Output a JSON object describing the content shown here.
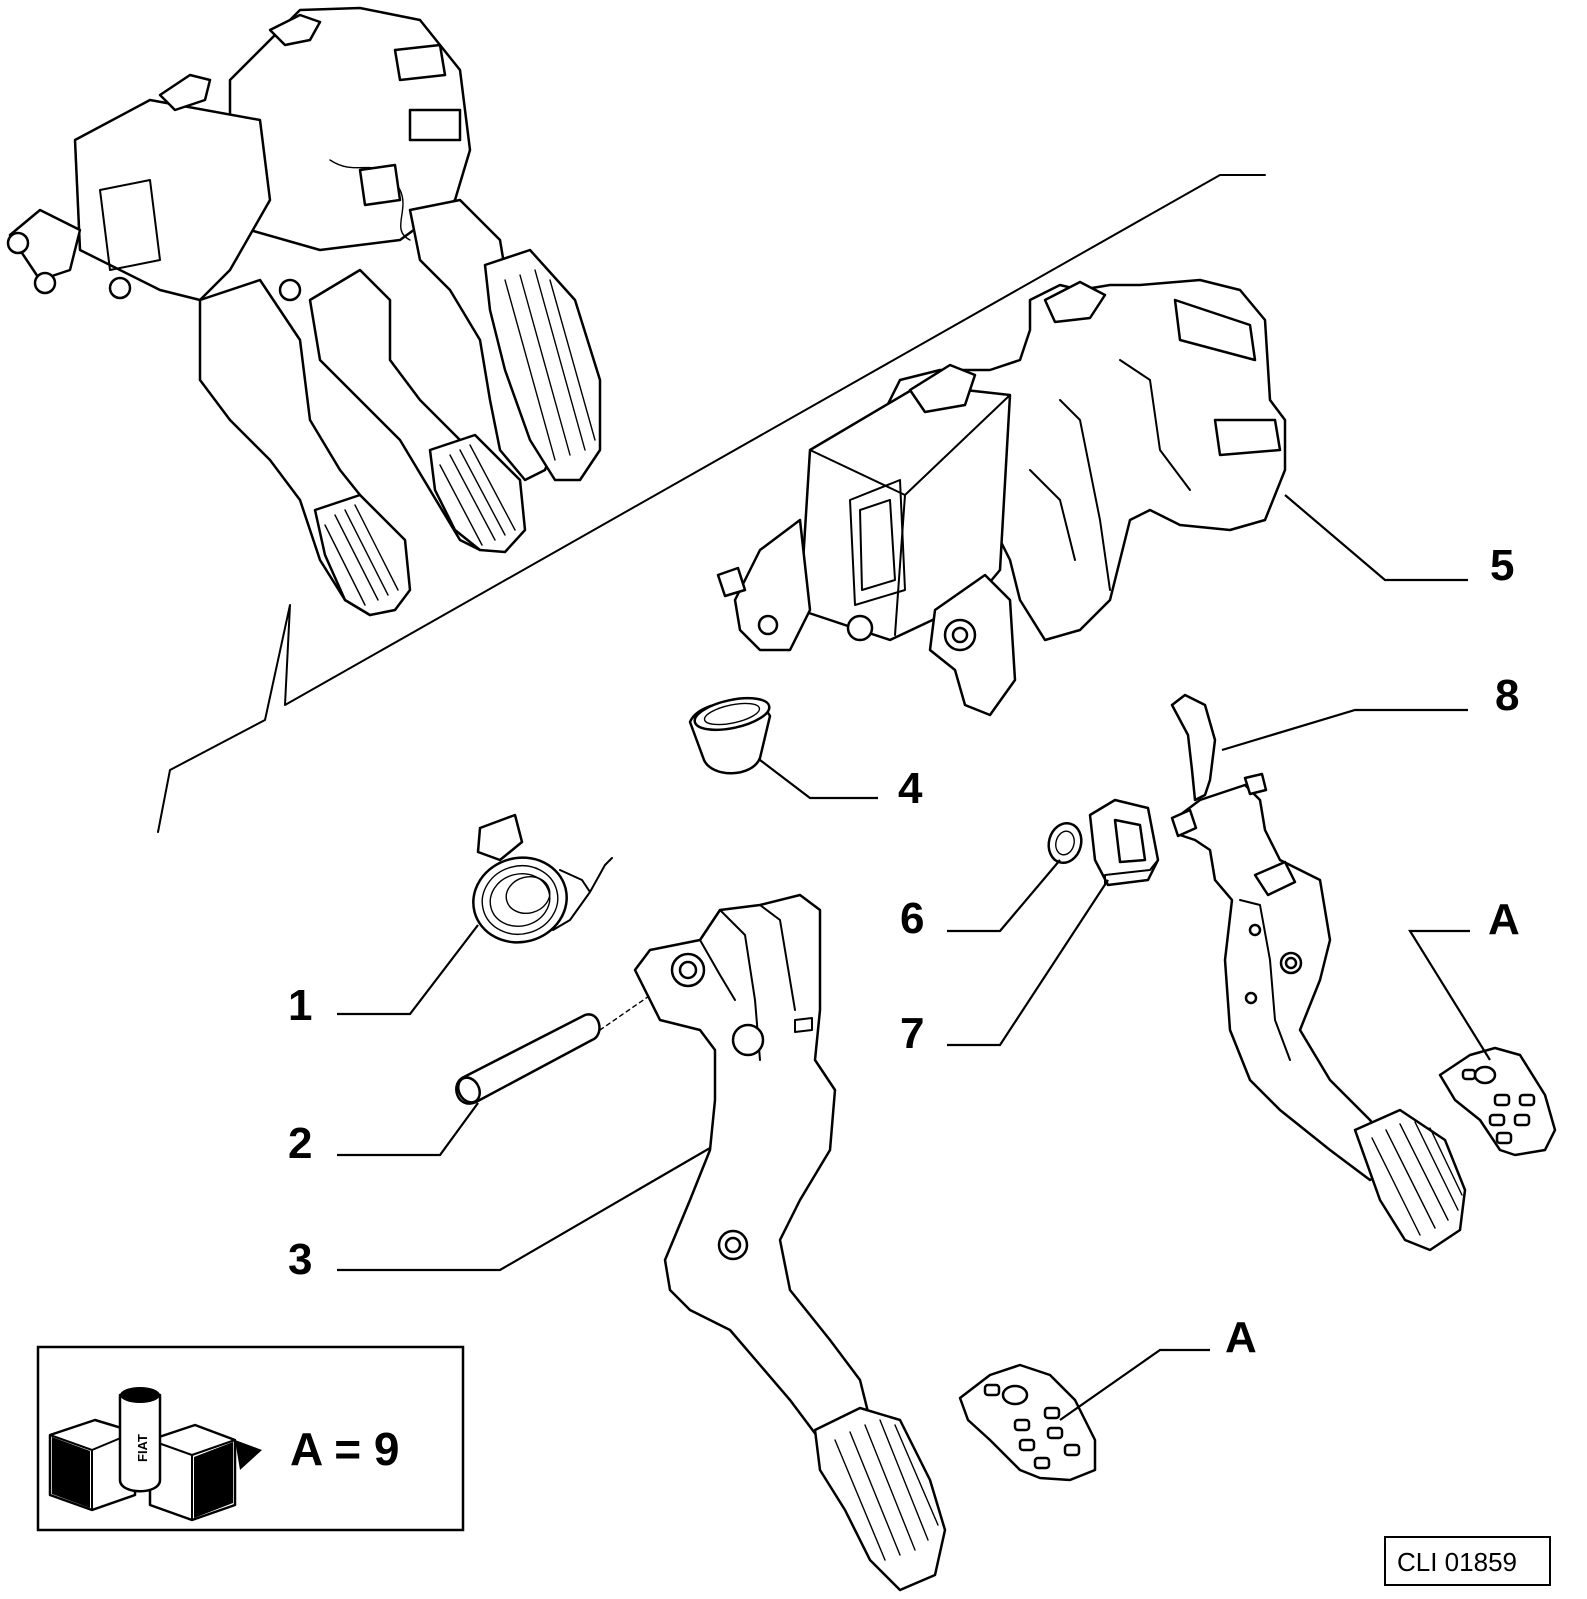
{
  "diagram": {
    "callouts": {
      "c1": "1",
      "c2": "2",
      "c3": "3",
      "c4": "4",
      "c5": "5",
      "c6": "6",
      "c7": "7",
      "c8": "8",
      "cA1": "A",
      "cA2": "A"
    },
    "legend": {
      "equation": "A = 9",
      "logo_brand": "FIAT"
    },
    "drawing_code": "CLI 01859"
  }
}
